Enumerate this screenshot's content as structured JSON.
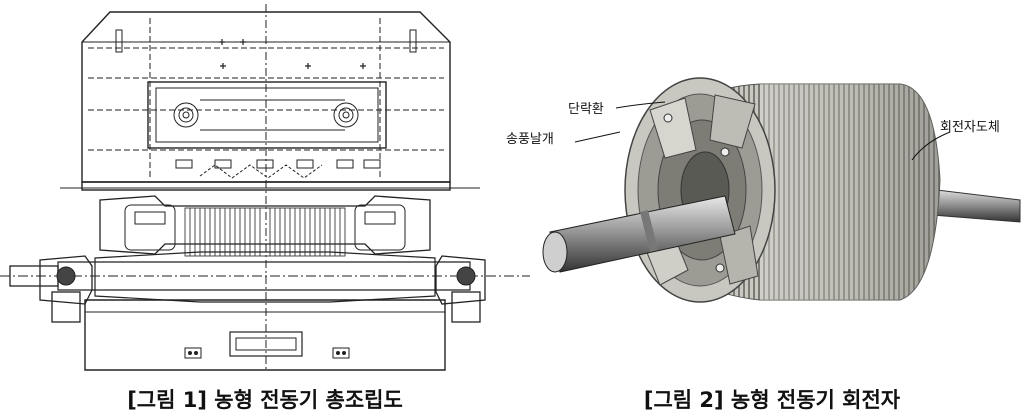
{
  "figure1": {
    "caption": "[그림 1] 농형 전동기 총조립도"
  },
  "figure2": {
    "caption": "[그림 2] 농형 전동기 회전자",
    "labels": {
      "end_ring": "단락환",
      "fan_blade": "송풍날개",
      "rotor_conductor": "회전자도체"
    }
  }
}
